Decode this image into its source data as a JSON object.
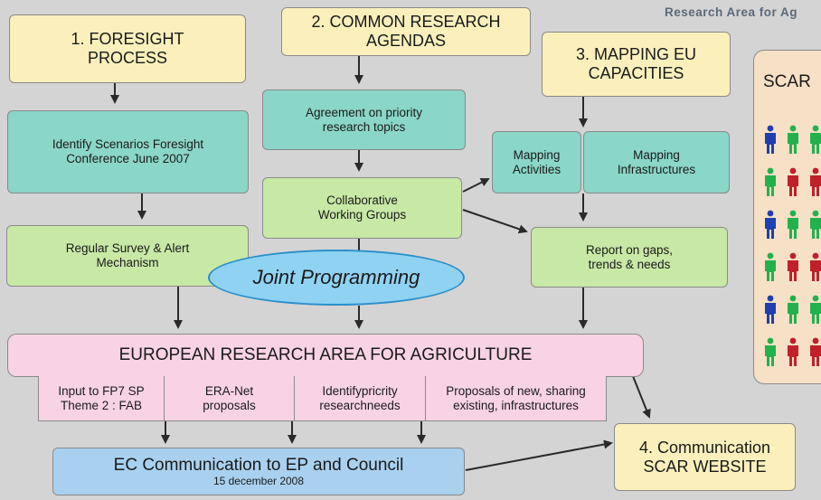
{
  "header": "Research Area for Ag",
  "boxes": {
    "foresight": "1. FORESIGHT PROCESS",
    "agendas": "2. COMMON RESEARCH AGENDAS",
    "mapping": "3. MAPPING EU CAPACITIES",
    "scenarios": "Identify Scenarios Foresight Conference June 2007",
    "priority": "Agreement on priority research topics",
    "mapping_activities": "Mapping Activities",
    "mapping_infra": "Mapping Infrastructures",
    "collab": "Collaborative Working Groups",
    "survey": "Regular Survey & Alert Mechanism",
    "report": "Report on gaps, trends & needs",
    "joint": "Joint Programming",
    "era": "EUROPEAN RESEARCH AREA FOR AGRICULTURE",
    "fp7": "Input to FP7 SP Theme 2 : FAB",
    "eranet": "ERA-Net proposals",
    "identify": "Identifypricrity researchneeds",
    "proposals": "Proposals of new, sharing existing, infrastructures",
    "ec_title": "EC Communication to EP and Council",
    "ec_date": "15 december 2008",
    "communication": "4. Communication SCAR WEBSITE"
  },
  "scar": {
    "label": "SCAR",
    "people_rows": [
      [
        "blue",
        "green",
        "green"
      ],
      [
        "green",
        "red",
        "red"
      ],
      [
        "blue",
        "green",
        "green"
      ],
      [
        "green",
        "red",
        "red"
      ],
      [
        "blue",
        "green",
        "green"
      ],
      [
        "green",
        "red",
        "red"
      ]
    ]
  },
  "colors": {
    "blue": "#1f3fae",
    "green": "#23b14d",
    "red": "#c0202a",
    "arrow": "#2a2a2a"
  }
}
